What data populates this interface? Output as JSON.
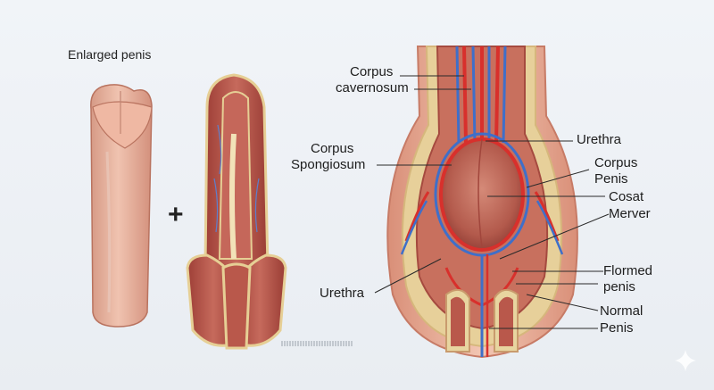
{
  "title": "Enlarged penis",
  "plus_sign": "+",
  "labels": {
    "corpus_cavernosum": {
      "line1": "Corpus",
      "line2": "cavernosum"
    },
    "corpus_spongiosum": {
      "line1": "Corpus",
      "line2": "Spongiosum"
    },
    "urethra_top": "Urethra",
    "corpus_penis": {
      "line1": "Corpus",
      "line2": "Penis"
    },
    "cosat_merver": {
      "line1": "Cosat",
      "line2": "Merver"
    },
    "urethra_left": "Urethra",
    "flormed_penis": {
      "line1": "Flormed",
      "line2": "penis"
    },
    "normal_penis": {
      "line1": "Normal",
      "line2": "Penis"
    }
  },
  "colors": {
    "skin": "#e8b49e",
    "tissue": "#b8584c",
    "artery": "#d8302c",
    "vein": "#3f6fc9",
    "fat": "#ecd9a8"
  }
}
